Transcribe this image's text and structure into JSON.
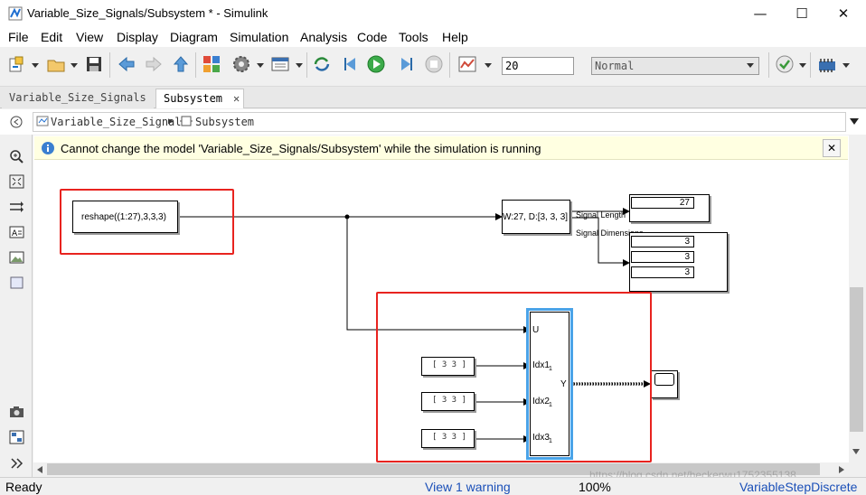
{
  "window": {
    "title": "Variable_Size_Signals/Subsystem * - Simulink",
    "minimize": "—",
    "maximize": "☐",
    "close": "✕"
  },
  "menu": [
    "File",
    "Edit",
    "View",
    "Display",
    "Diagram",
    "Simulation",
    "Analysis",
    "Code",
    "Tools",
    "Help"
  ],
  "toolbar": {
    "stop_time": "20",
    "sim_mode": "Normal"
  },
  "tabs": [
    {
      "label": "Variable_Size_Signals",
      "close": "✕",
      "active": false
    },
    {
      "label": "Subsystem",
      "close": "✕",
      "active": true
    }
  ],
  "breadcrumb": {
    "root": "Variable_Size_Signals",
    "separator": "▶",
    "current": "Subsystem"
  },
  "notice": {
    "text": "Cannot change the model 'Variable_Size_Signals/Subsystem' while the simulation is running",
    "close": "✕"
  },
  "diagram": {
    "reshape_block": "reshape((1:27),3,3,3)",
    "width_block": "W:27, D:[3, 3, 3]",
    "signal_length_label": "Signal Length",
    "signal_dimensions_label": "Signal Dimensions",
    "length_value": "27",
    "dimension_values": [
      "3",
      "3",
      "3"
    ],
    "selector_ports": {
      "u": "U",
      "idx1": "Idx1",
      "idx2": "Idx2",
      "idx3": "Idx3",
      "port_subscript": "1",
      "y": "Y"
    },
    "constant_value": "[ 3  3 ]"
  },
  "status": {
    "ready": "Ready",
    "warning": "View 1 warning",
    "zoom": "100%",
    "solver": "VariableStepDiscrete",
    "watermark": "https://blog.csdn.net/heckerwu1752355138"
  },
  "colors": {
    "highlight_red": "#e8231f",
    "selector_blue": "#4aa3e8",
    "notice_yellow": "#ffffe1",
    "link_blue": "#1a4fb8"
  }
}
